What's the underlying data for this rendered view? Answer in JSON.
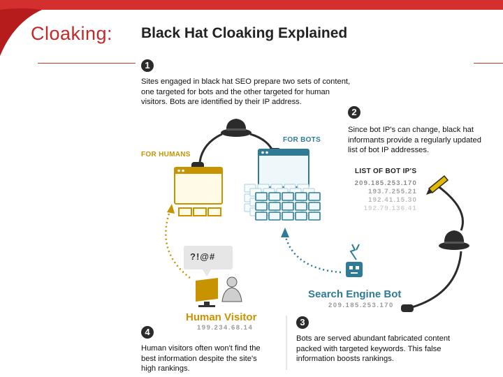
{
  "slide": {
    "title": "Cloaking:",
    "graphic_title": "Black Hat Cloaking Explained"
  },
  "steps": [
    {
      "number": "1",
      "text": "Sites engaged in black hat SEO prepare two sets of content, one targeted for bots and the other targeted for human visitors. Bots are identified by their IP address."
    },
    {
      "number": "2",
      "text": "Since bot IP's can change, black hat informants provide a regularly updated list of bot IP addresses."
    },
    {
      "number": "3",
      "text": "Bots are served abundant fabricated content packed with targeted keywords. This false information boosts rankings."
    },
    {
      "number": "4",
      "text": "Human visitors often won't find the best information despite the site's high rankings."
    }
  ],
  "labels": {
    "for_humans": "FOR HUMANS",
    "for_bots": "FOR BOTS",
    "bot_ip_list_title": "LIST OF BOT IP'S",
    "symbols": "?!@#"
  },
  "bot_ips": [
    "209.185.253.170",
    "193.7.255.21",
    "192.41.15.30",
    "192.79.136.41"
  ],
  "human_visitor": {
    "name": "Human Visitor",
    "ip": "199.234.68.14"
  },
  "search_engine_bot": {
    "name": "Search Engine Bot",
    "ip": "209.185.253.170"
  },
  "colors": {
    "title_red": "#c62828",
    "humans_gold": "#c79400",
    "bots_teal": "#2f7b95",
    "hat_dark": "#2b2b2b"
  },
  "icons": [
    "black-hat-icon",
    "browser-window-icon",
    "monitor-icon",
    "person-icon",
    "robot-icon",
    "pencil-icon",
    "speech-bubble-icon"
  ]
}
